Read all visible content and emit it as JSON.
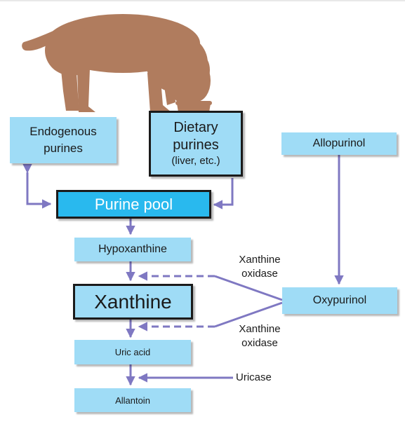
{
  "nodes": {
    "endogenous_purines": "Endogenous purines",
    "dietary_purines": "Dietary purines",
    "dietary_note": "(liver, etc.)",
    "allopurinol": "Allopurinol",
    "purine_pool": "Purine pool",
    "hypoxanthine": "Hypoxanthine",
    "xanthine": "Xanthine",
    "oxypurinol": "Oxypurinol",
    "uric_acid": "Uric acid",
    "allantoin": "Allantoin"
  },
  "enzymes": {
    "xanthine_oxidase_top_1": "Xanthine",
    "xanthine_oxidase_top_2": "oxidase",
    "xanthine_oxidase_bottom_1": "Xanthine",
    "xanthine_oxidase_bottom_2": "oxidase",
    "uricase": "Uricase"
  },
  "colors": {
    "box_fill": "#9fdcf6",
    "pool_fill": "#29b9ee",
    "arrow": "#7f78c2",
    "dog": "#b07c5e"
  },
  "icons": {
    "dog": "dog-eating-from-bowl-silhouette"
  }
}
